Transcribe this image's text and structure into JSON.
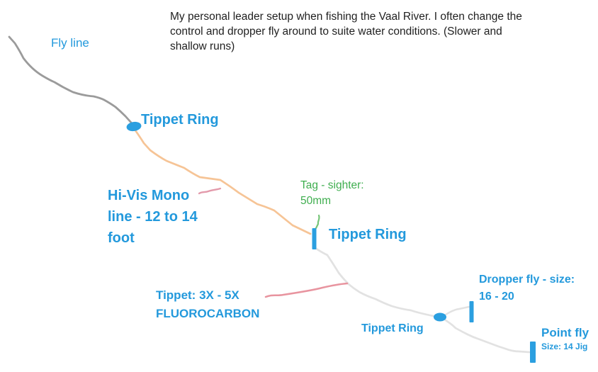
{
  "colors": {
    "label_blue": "#2399dc",
    "shape_blue": "#2b9fe0",
    "fly_line_gray": "#9b9b9b",
    "leader_orange": "#f6c496",
    "hivis_callout_pink": "#e39aab",
    "tippet_callout_pink": "#e8949f",
    "tag_line_green": "#76c578",
    "tag_text_green": "#3fae4f",
    "tippet_line_gray": "#e2e2e2",
    "body_text": "#1f1f1f",
    "background": "#ffffff"
  },
  "intro": {
    "text": "My personal leader setup when fishing the Vaal River. I often change the\ncontrol and dropper fly around to suite water conditions. (Slower and\nshallow runs)"
  },
  "labels": {
    "fly_line": "Fly line",
    "tippet_ring_1": "Tippet Ring",
    "hi_vis_mono": "Hi-Vis Mono\nline - 12 to 14\nfoot",
    "tag_sighter": "Tag - sighter:\n50mm",
    "tippet_ring_2": "Tippet Ring",
    "tippet_fluoro": "Tippet: 3X - 5X\nFLUOROCARBON",
    "dropper_fly": "Dropper fly - size:\n16 - 20",
    "tippet_ring_3": "Tippet Ring",
    "point_fly": "Point fly",
    "point_fly_size": "Size: 14 Jig"
  }
}
